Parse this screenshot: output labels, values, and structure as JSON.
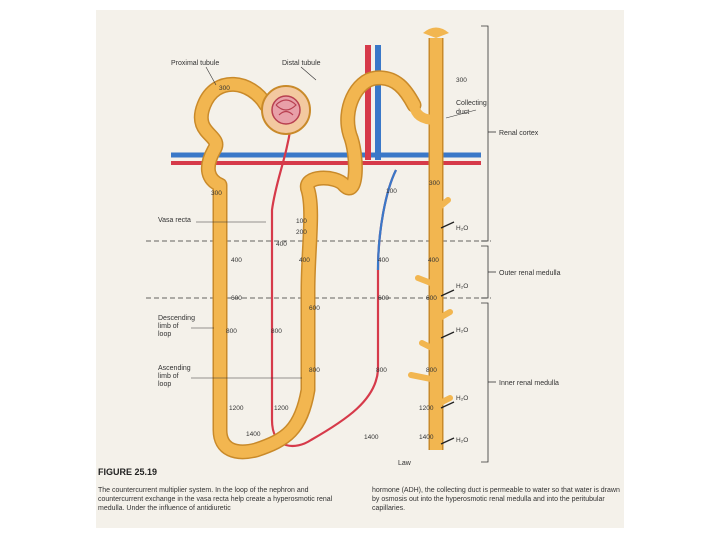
{
  "labels": {
    "proximal_tubule": "Proximal tubule",
    "distal_tubule": "Distal tubule",
    "collecting_duct": "Collecting duct",
    "vasa_recta": "Vasa recta",
    "descending_limb": "Descending limb of loop",
    "ascending_limb": "Ascending limb of loop",
    "renal_cortex": "Renal cortex",
    "outer_renal_medulla": "Outer renal medulla",
    "inner_renal_medulla": "Inner renal medulla",
    "credit": "Law"
  },
  "values": {
    "v300": "300",
    "v100": "100",
    "v200": "200",
    "v400": "400",
    "v600": "600",
    "v800": "800",
    "v1200": "1200",
    "v1400": "1400",
    "water": "H₂O"
  },
  "caption": {
    "title": "FIGURE 25.19",
    "left_text": "The countercurrent multiplier system. In the loop of the nephron and countercurrent exchange in the vasa recta help create a hyperosmotic renal medulla. Under the influence of antidiuretic",
    "right_text": "hormone (ADH), the collecting duct is permeable to water so that water is drawn by osmosis out into the hyperosmotic renal medulla and into the peritubular capillaries."
  },
  "colors": {
    "tubule": "#f2b650",
    "tubule_outline": "#c98a2a",
    "artery": "#d63a4a",
    "vein": "#3a78c8",
    "capsule": "#e8a0a8"
  }
}
